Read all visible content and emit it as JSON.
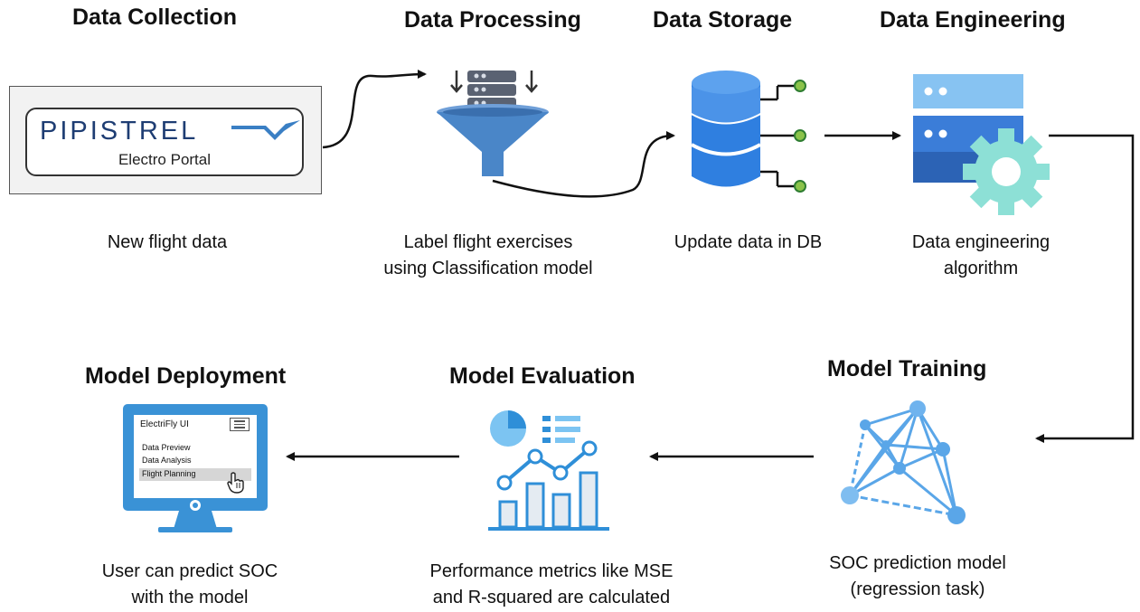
{
  "stages": {
    "collection": {
      "title": "Data Collection",
      "caption_lines": [
        "New flight data"
      ]
    },
    "processing": {
      "title": "Data Processing",
      "caption_lines": [
        "Label flight exercises",
        "using Classification model"
      ]
    },
    "storage": {
      "title": "Data Storage",
      "caption_lines": [
        "Update data in DB"
      ]
    },
    "engineering": {
      "title": "Data Engineering",
      "caption_lines": [
        "Data engineering",
        "algorithm"
      ]
    },
    "training": {
      "title": "Model Training",
      "caption_lines": [
        "SOC prediction model",
        "(regression task)"
      ]
    },
    "evaluation": {
      "title": "Model Evaluation",
      "caption_lines": [
        "Performance metrics like MSE",
        "and R-squared are calculated"
      ]
    },
    "deployment": {
      "title": "Model Deployment",
      "caption_lines": [
        "User can predict SOC",
        "with the model"
      ]
    }
  },
  "portal": {
    "logo_text": "PIPISTREL",
    "subtitle": "Electro Portal"
  },
  "app_ui": {
    "title": "ElectriFly UI",
    "menu_items": [
      "Data Preview",
      "Data Analysis",
      "Flight Planning"
    ],
    "highlighted_item": "Flight Planning"
  },
  "colors": {
    "processing_blue": "#4a86c8",
    "storage_blue": "#2f7fe0",
    "engineering_blue": "#3b7dd8",
    "gear_teal": "#8de0d6",
    "network_blue": "#5aa6e8",
    "evaluation_blue": "#2f8fd8",
    "monitor_blue": "#3a92d6",
    "node_green": "#2e7d32"
  },
  "icons": [
    "server-funnel-icon",
    "database-icon",
    "server-gear-icon",
    "neural-network-icon",
    "analytics-chart-icon",
    "monitor-icon",
    "pointer-hand-icon"
  ]
}
